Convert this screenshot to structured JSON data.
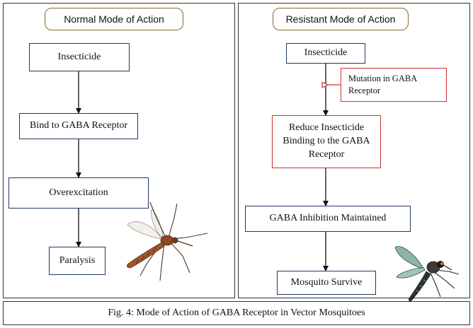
{
  "left": {
    "title": "Normal Mode of Action",
    "steps": [
      "Insecticide",
      "Bind to GABA Receptor",
      "Overexcitation",
      "Paralysis"
    ]
  },
  "right": {
    "title": "Resistant Mode of Action",
    "insecticide": "Insecticide",
    "mutation": "Mutation in GABA Receptor",
    "reduce": "Reduce Insecticide Binding to the GABA Receptor",
    "inhibition": "GABA Inhibition Maintained",
    "survive": "Mosquito Survive"
  },
  "caption": "Fig. 4: Mode of Action of GABA Receptor in Vector Mosquitoes",
  "colors": {
    "box_border": "#1f3864",
    "mutation_border": "#d32f2f",
    "header_border": "#8a6a2e"
  }
}
